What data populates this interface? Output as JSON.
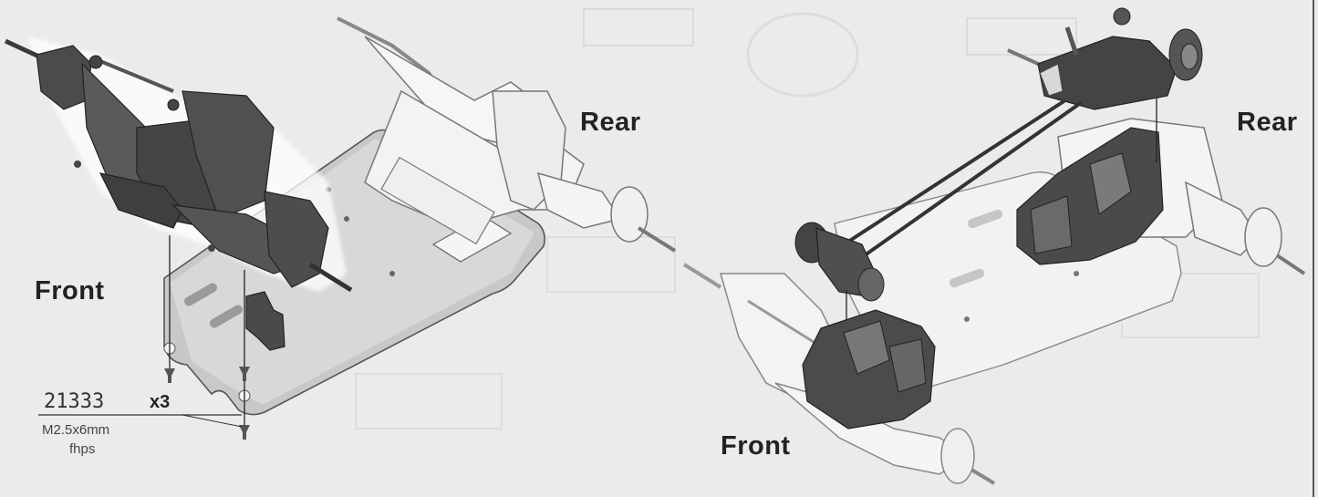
{
  "labels": {
    "left_front": "Front",
    "left_rear": "Rear",
    "right_front": "Front",
    "right_rear": "Rear"
  },
  "hardware": {
    "part_number": "21333",
    "quantity": "x3",
    "size": "M2.5x6mm",
    "type": "fhps"
  },
  "colors": {
    "dark_parts": "#4a4a4a",
    "light_parts": "#f4f4f4",
    "chassis_plate": "#c9c9c9",
    "paper": "#ebebeb"
  }
}
